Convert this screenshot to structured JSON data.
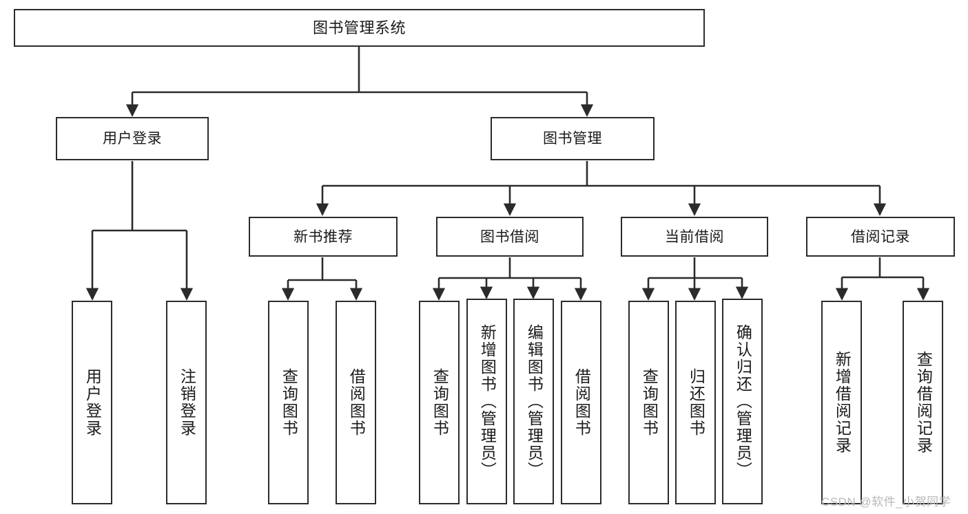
{
  "diagram": {
    "title": "图书管理系统",
    "type": "tree-hierarchy-diagram",
    "root": {
      "id": "root",
      "label": "图书管理系统"
    },
    "level2": [
      {
        "id": "user-login",
        "label": "用户登录"
      },
      {
        "id": "book-management",
        "label": "图书管理"
      }
    ],
    "level3": [
      {
        "id": "new-book-recommend",
        "label": "新书推荐",
        "parent": "book-management"
      },
      {
        "id": "book-borrow",
        "label": "图书借阅",
        "parent": "book-management"
      },
      {
        "id": "current-borrow",
        "label": "当前借阅",
        "parent": "book-management"
      },
      {
        "id": "borrow-record",
        "label": "借阅记录",
        "parent": "book-management"
      }
    ],
    "leaves": {
      "user_login": [
        {
          "id": "leaf-user-login",
          "label": "用户登录"
        },
        {
          "id": "leaf-logout",
          "label": "注销登录"
        }
      ],
      "new_book_recommend": [
        {
          "id": "leaf-query-book-1",
          "label": "查询图书"
        },
        {
          "id": "leaf-borrow-book-1",
          "label": "借阅图书"
        }
      ],
      "book_borrow": [
        {
          "id": "leaf-query-book-2",
          "label": "查询图书"
        },
        {
          "id": "leaf-add-book",
          "label": "新增图书（管理员）"
        },
        {
          "id": "leaf-edit-book",
          "label": "编辑图书（管理员）"
        },
        {
          "id": "leaf-borrow-book-2",
          "label": "借阅图书"
        }
      ],
      "current_borrow": [
        {
          "id": "leaf-query-book-3",
          "label": "查询图书"
        },
        {
          "id": "leaf-return-book",
          "label": "归还图书"
        },
        {
          "id": "leaf-confirm-return",
          "label": "确认归还（管理员）"
        }
      ],
      "borrow_record": [
        {
          "id": "leaf-add-record",
          "label": "新增借阅记录"
        },
        {
          "id": "leaf-query-record",
          "label": "查询借阅记录"
        }
      ]
    }
  },
  "watermark": {
    "text": "CSDN @软件_小贺同学"
  },
  "colors": {
    "stroke": "#2b2b2b",
    "fill": "#ffffff",
    "text": "#1a1a1a",
    "watermark": "#b8b8b8"
  }
}
